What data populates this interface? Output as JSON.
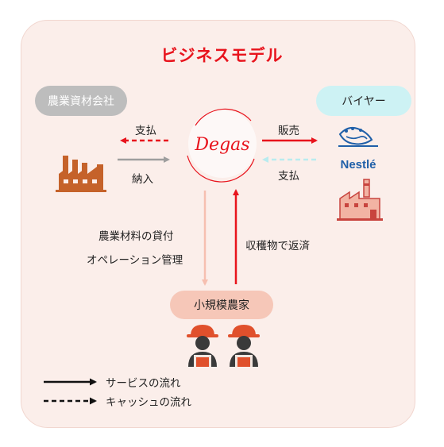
{
  "title": "ビジネスモデル",
  "nodes": {
    "supplier": "農業資材会社",
    "buyer": "バイヤー",
    "farmer": "小規模農家",
    "center_logo_text": "Degas",
    "buyer_logo_text": "Nestlé"
  },
  "edges": {
    "supplier_pay": "支払",
    "supplier_deliver": "納入",
    "sales": "販売",
    "buyer_pay": "支払",
    "lend": "農業材料の貸付",
    "operation": "オペレーション管理",
    "repay": "収穫物で返済"
  },
  "legend": {
    "goods_flow": "サービスの流れ",
    "cash_flow": "キャッシュの流れ"
  },
  "colors": {
    "title": "#e8141d",
    "red": "#e8141d",
    "grey": "#9e9e9e",
    "light_blue": "#cdf2f4",
    "salmon": "#f6bfb0",
    "factory": "#c5622a",
    "farmer_hat": "#e0502c"
  }
}
